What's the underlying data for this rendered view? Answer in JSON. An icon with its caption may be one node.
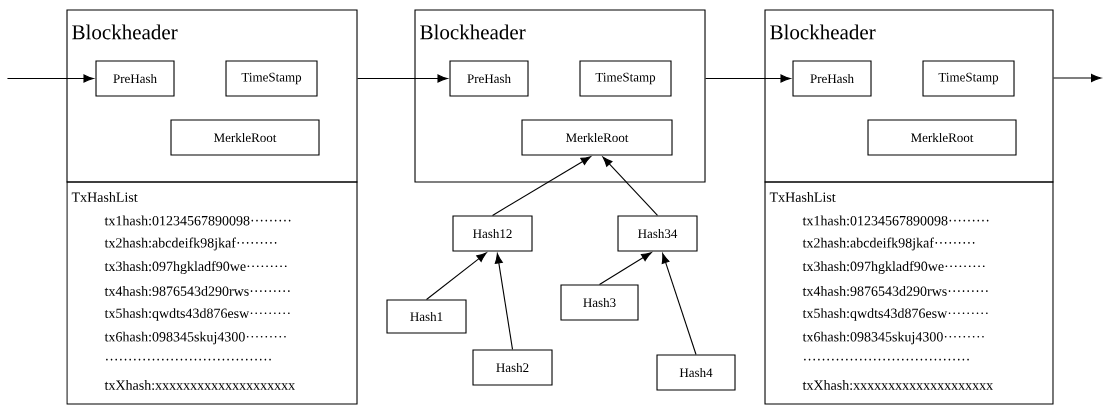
{
  "diagram": {
    "nodes": [
      {
        "text": [
          "Blockheader"
        ]
      },
      {
        "text": [
          "PreHash"
        ],
        "in": 0
      },
      {
        "text": [
          "TimeStamp"
        ],
        "in": 0
      },
      {
        "text": [
          "MerkleRoot"
        ],
        "in": 0
      },
      {
        "text": [
          "TxHashList",
          "tx1hash:01234567890098·········",
          "tx2hash:abcdeifk98jkaf·········",
          "tx3hash:097hgkladf90we·········",
          "tx4hash:9876543d290rws·········",
          "tx5hash:qwdts43d876esw·········",
          "tx6hash:098345skuj4300·········",
          "····································",
          "txXhash:xxxxxxxxxxxxxxxxxxxx"
        ]
      },
      {
        "text": [
          "Blockheader"
        ]
      },
      {
        "text": [
          "PreHash"
        ],
        "in": 5
      },
      {
        "text": [
          "TimeStamp"
        ],
        "in": 5
      },
      {
        "text": [
          "MerkleRoot"
        ],
        "in": 5
      },
      {
        "text": [
          "Hash12"
        ]
      },
      {
        "text": [
          "Hash34"
        ]
      },
      {
        "text": [
          "Hash1"
        ]
      },
      {
        "text": [
          "Hash2"
        ]
      },
      {
        "text": [
          "Hash3"
        ]
      },
      {
        "text": [
          "Hash4"
        ]
      },
      {
        "text": [
          "Blockheader"
        ]
      },
      {
        "text": [
          "PreHash"
        ],
        "in": 15
      },
      {
        "text": [
          "TimeStamp"
        ],
        "in": 15
      },
      {
        "text": [
          "MerkleRoot"
        ],
        "in": 15
      },
      {
        "text": [
          "TxHashList",
          "tx1hash:01234567890098·········",
          "tx2hash:abcdeifk98jkaf·········",
          "tx3hash:097hgkladf90we·········",
          "tx4hash:9876543d290rws·········",
          "tx5hash:qwdts43d876esw·········",
          "tx6hash:098345skuj4300·········",
          "····································",
          "txXhash:xxxxxxxxxxxxxxxxxxxx"
        ]
      }
    ],
    "edges": [
      {
        "from": null,
        "to": 1,
        "arrow": "to"
      },
      {
        "from": 0,
        "to": 6,
        "arrow": "to"
      },
      {
        "from": 5,
        "to": 16,
        "arrow": "to"
      },
      {
        "from": 15,
        "to": null,
        "arrow": "to"
      },
      {
        "from": 9,
        "to": 8,
        "arrow": "to"
      },
      {
        "from": 10,
        "to": 8,
        "arrow": "to"
      },
      {
        "from": 11,
        "to": 9,
        "arrow": "to"
      },
      {
        "from": 12,
        "to": 9,
        "arrow": "to"
      },
      {
        "from": 13,
        "to": 10,
        "arrow": "to"
      },
      {
        "from": 14,
        "to": 10,
        "arrow": "to"
      }
    ]
  }
}
